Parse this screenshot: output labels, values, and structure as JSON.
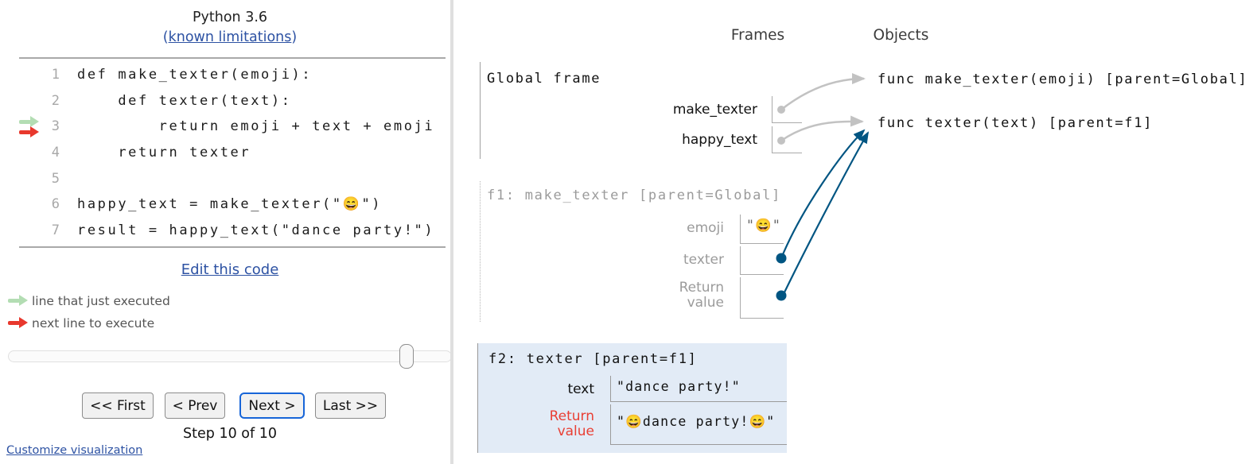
{
  "header": {
    "runtime": "Python 3.6",
    "limitations_open": "(",
    "limitations_link": "known limitations",
    "limitations_close": ")"
  },
  "code": {
    "lines": [
      {
        "num": "1",
        "text": "def make_texter(emoji):"
      },
      {
        "num": "2",
        "text": "    def texter(text):"
      },
      {
        "num": "3",
        "text": "        return emoji + text + emoji"
      },
      {
        "num": "4",
        "text": "    return texter"
      },
      {
        "num": "5",
        "text": ""
      },
      {
        "num": "6",
        "text": "happy_text = make_texter(\"😄\")"
      },
      {
        "num": "7",
        "text": "result = happy_text(\"dance party!\")"
      }
    ],
    "edit_link": "Edit this code"
  },
  "legend": {
    "just_executed": "line that just executed",
    "next_to_execute": "next line to execute"
  },
  "nav": {
    "first": "<< First",
    "prev": "< Prev",
    "next": "Next >",
    "last": "Last >>",
    "step": "Step 10 of 10",
    "customize": "Customize visualization",
    "slider_fraction": 0.9
  },
  "visualization": {
    "frames_header": "Frames",
    "objects_header": "Objects",
    "global_frame": {
      "title": "Global frame",
      "vars": [
        {
          "name": "make_texter",
          "value": "pointer"
        },
        {
          "name": "happy_text",
          "value": "pointer"
        }
      ]
    },
    "f1_frame": {
      "title": "f1: make_texter [parent=Global]",
      "vars": [
        {
          "name": "emoji",
          "value": "\"😄\""
        },
        {
          "name": "texter",
          "value": "pointer"
        },
        {
          "name": "Return value",
          "value": "pointer"
        }
      ]
    },
    "f2_frame": {
      "title": "f2: texter [parent=f1]",
      "vars": [
        {
          "name": "text",
          "value": "\"dance party!\""
        },
        {
          "name": "Return value",
          "value": "\"😄dance party!😄\""
        }
      ]
    },
    "objects": [
      {
        "label": "func make_texter(emoji) [parent=Global]"
      },
      {
        "label": "func texter(text) [parent=f1]"
      }
    ]
  },
  "colors": {
    "pointer_blue": "#005582",
    "pointer_gray": "#c2c2c2",
    "highlight_frame_bg": "#e2ebf6",
    "just_executed_arrow": "#b3ddb3",
    "next_line_arrow": "#e8382d",
    "link_blue": "#2d52a3",
    "return_label_red": "#e93f34"
  }
}
